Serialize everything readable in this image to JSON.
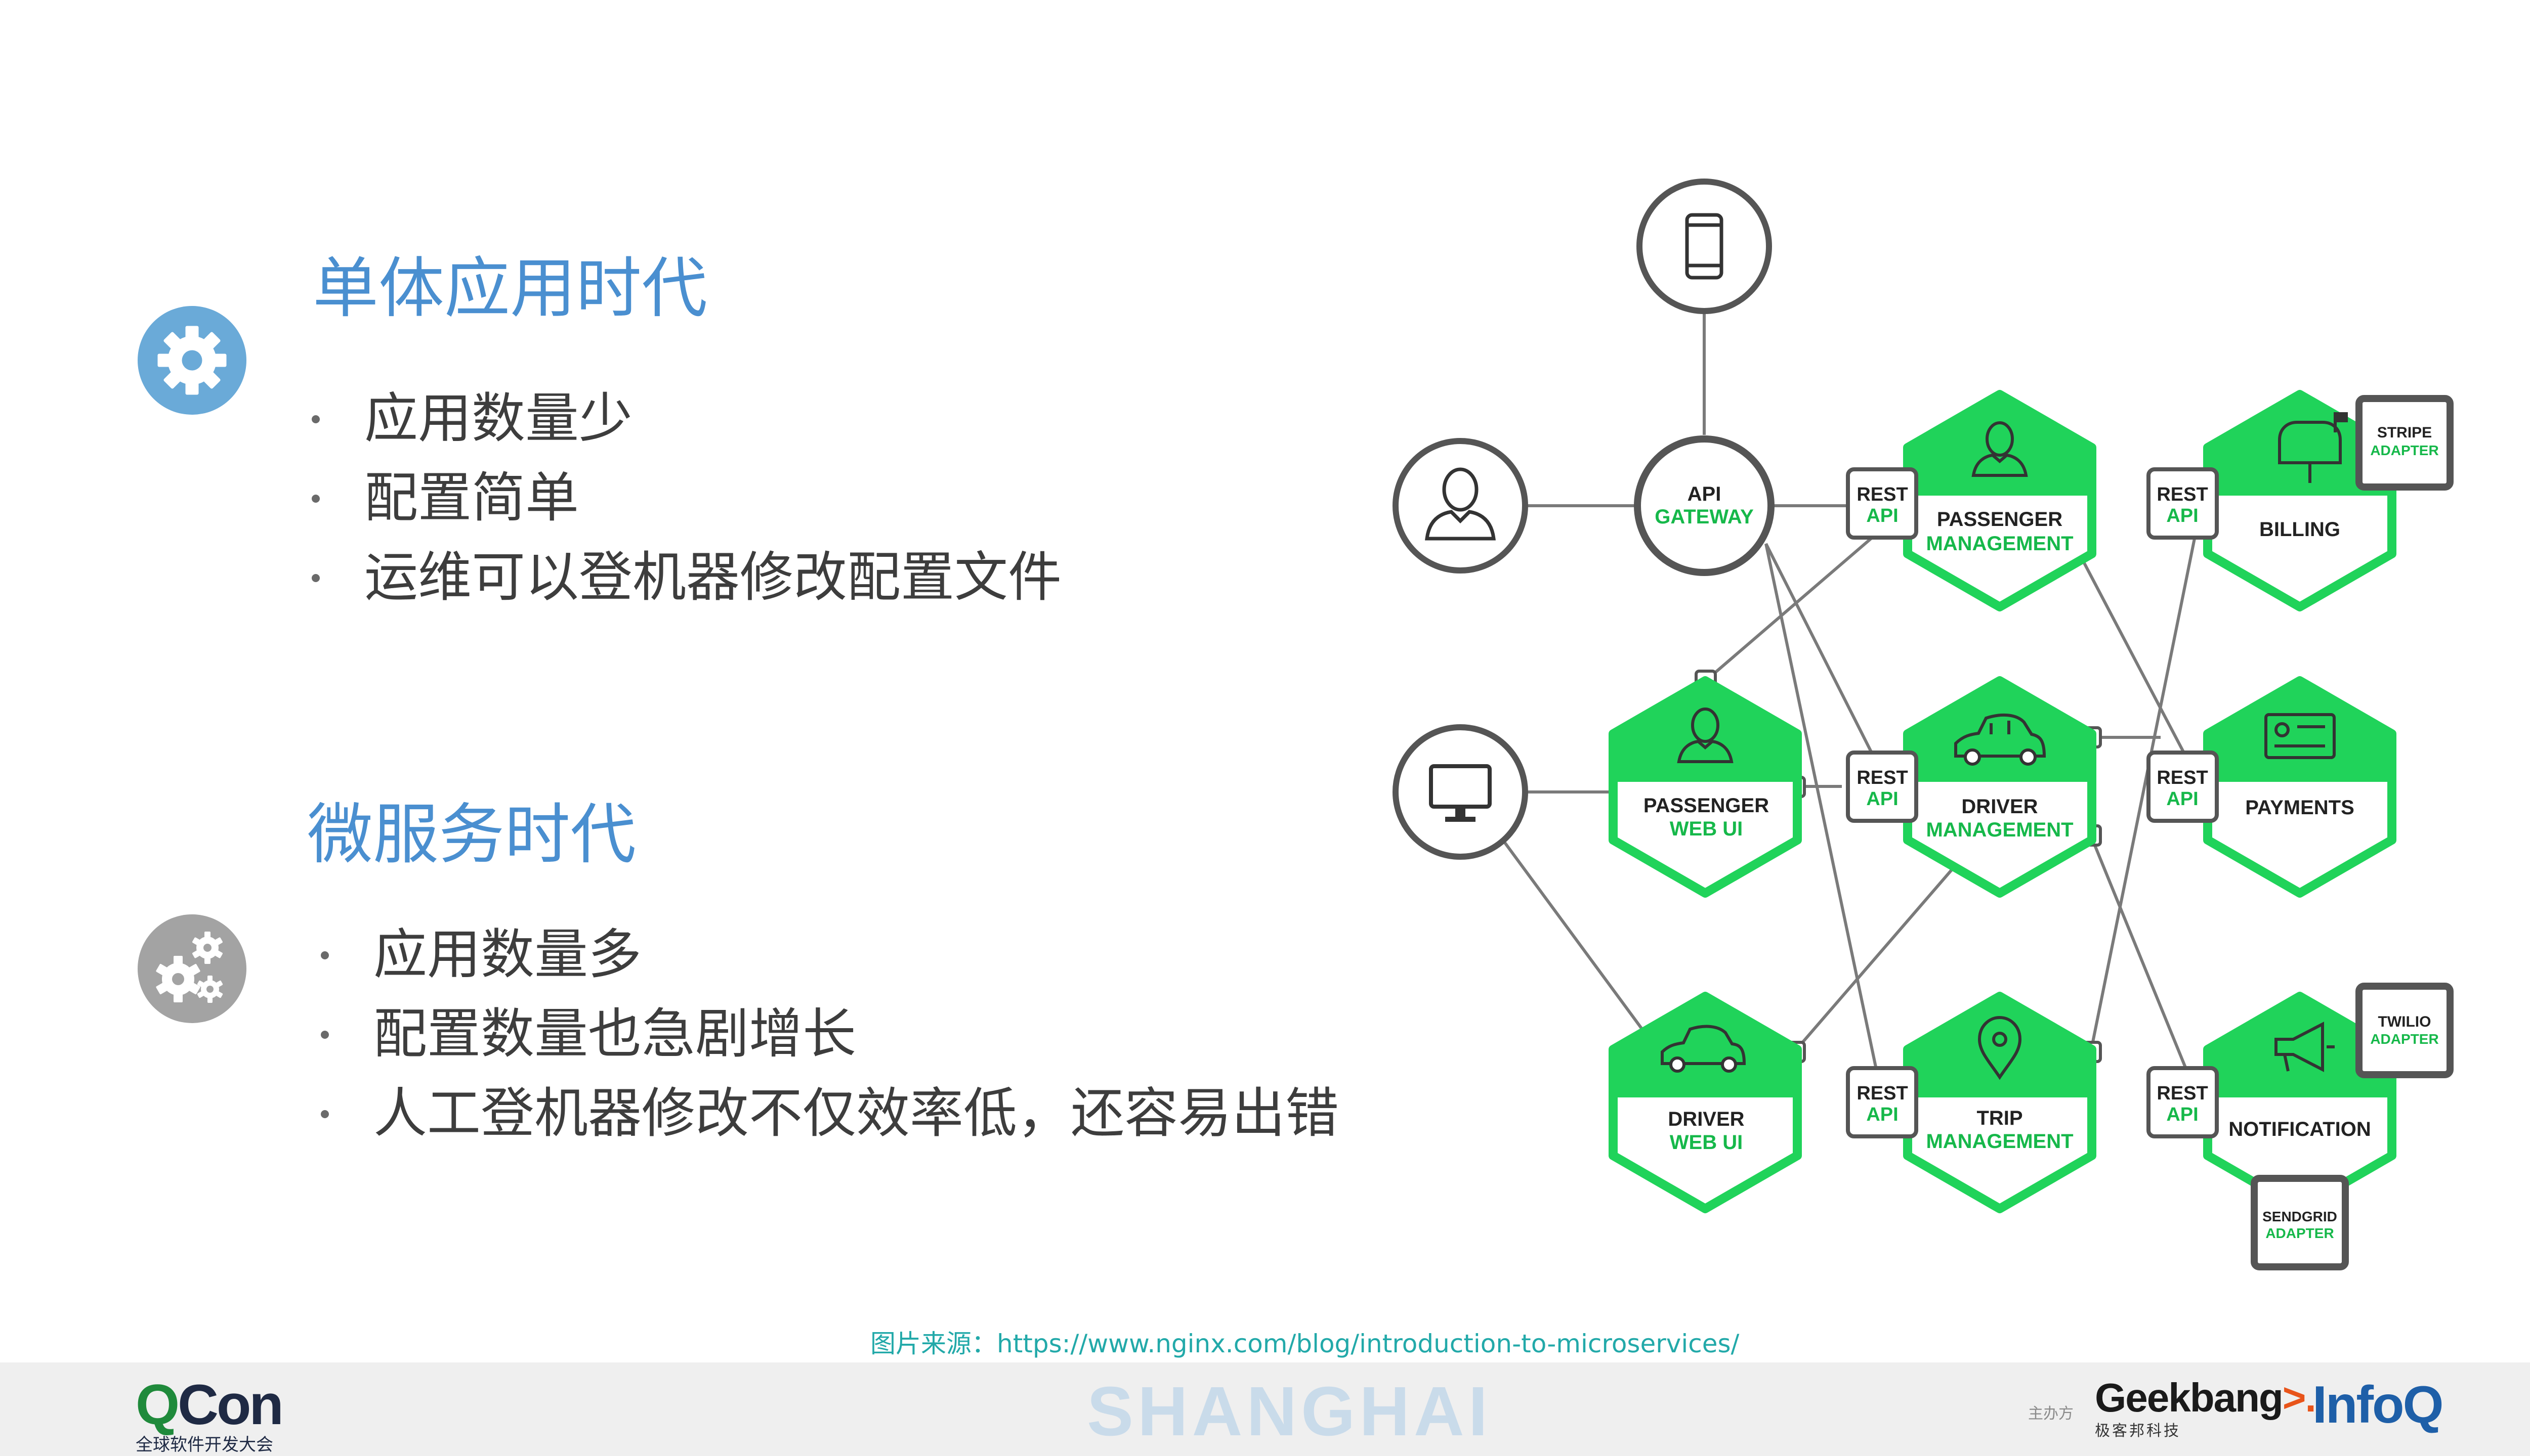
{
  "sections": [
    {
      "title": "单体应用时代",
      "icon": "gear-icon",
      "icon_color": "#6aaad8",
      "items": [
        "应用数量少",
        "配置简单",
        "运维可以登机器修改配置文件"
      ]
    },
    {
      "title": "微服务时代",
      "icon": "gears-icon",
      "icon_color": "#a3a3a3",
      "items": [
        "应用数量多",
        "配置数量也急剧增长",
        "人工登机器修改不仅效率低，还容易出错"
      ]
    }
  ],
  "diagram": {
    "colors": {
      "green": "#20d35a",
      "green_text": "#16b84a",
      "dark": "#555555",
      "line": "#7a7a7a"
    },
    "clients": [
      {
        "id": "mobile",
        "icon": "smartphone-icon"
      },
      {
        "id": "passenger",
        "icon": "person-icon"
      },
      {
        "id": "desktop",
        "icon": "monitor-icon"
      }
    ],
    "gateway": {
      "line1": "API",
      "line2": "GATEWAY"
    },
    "rest_api": {
      "line1": "REST",
      "line2": "API"
    },
    "services": [
      {
        "id": "passenger-management",
        "icon": "person-icon",
        "name": "PASSENGER",
        "sub": "MANAGEMENT"
      },
      {
        "id": "billing",
        "icon": "mailbox-icon",
        "name": "BILLING",
        "sub": ""
      },
      {
        "id": "passenger-web-ui",
        "icon": "person-icon",
        "name": "PASSENGER",
        "sub": "WEB UI"
      },
      {
        "id": "driver-management",
        "icon": "car-icon",
        "name": "DRIVER",
        "sub": "MANAGEMENT"
      },
      {
        "id": "payments",
        "icon": "card-icon",
        "name": "PAYMENTS",
        "sub": ""
      },
      {
        "id": "driver-web-ui",
        "icon": "car-icon",
        "name": "DRIVER",
        "sub": "WEB UI"
      },
      {
        "id": "trip-management",
        "icon": "location-pin-icon",
        "name": "TRIP",
        "sub": "MANAGEMENT"
      },
      {
        "id": "notification",
        "icon": "megaphone-icon",
        "name": "NOTIFICATION",
        "sub": ""
      }
    ],
    "adapters": [
      {
        "id": "stripe",
        "name": "STRIPE",
        "sub": "ADAPTER"
      },
      {
        "id": "twilio",
        "name": "TWILIO",
        "sub": "ADAPTER"
      },
      {
        "id": "sendgrid",
        "name": "SENDGRID",
        "sub": "ADAPTER"
      }
    ]
  },
  "source": {
    "label": "图片来源：",
    "url": "https://www.nginx.com/blog/introduction-to-microservices/"
  },
  "footer": {
    "brand_q": "Q",
    "brand_rest": "Con",
    "brand_sub": "全球软件开发大会",
    "city": "SHANGHAI",
    "organizer_label": "主办方",
    "geek_main": "Geekbang",
    "geek_arrow": ">.",
    "geek_sub": "极客邦科技",
    "infoq": "InfoQ"
  }
}
